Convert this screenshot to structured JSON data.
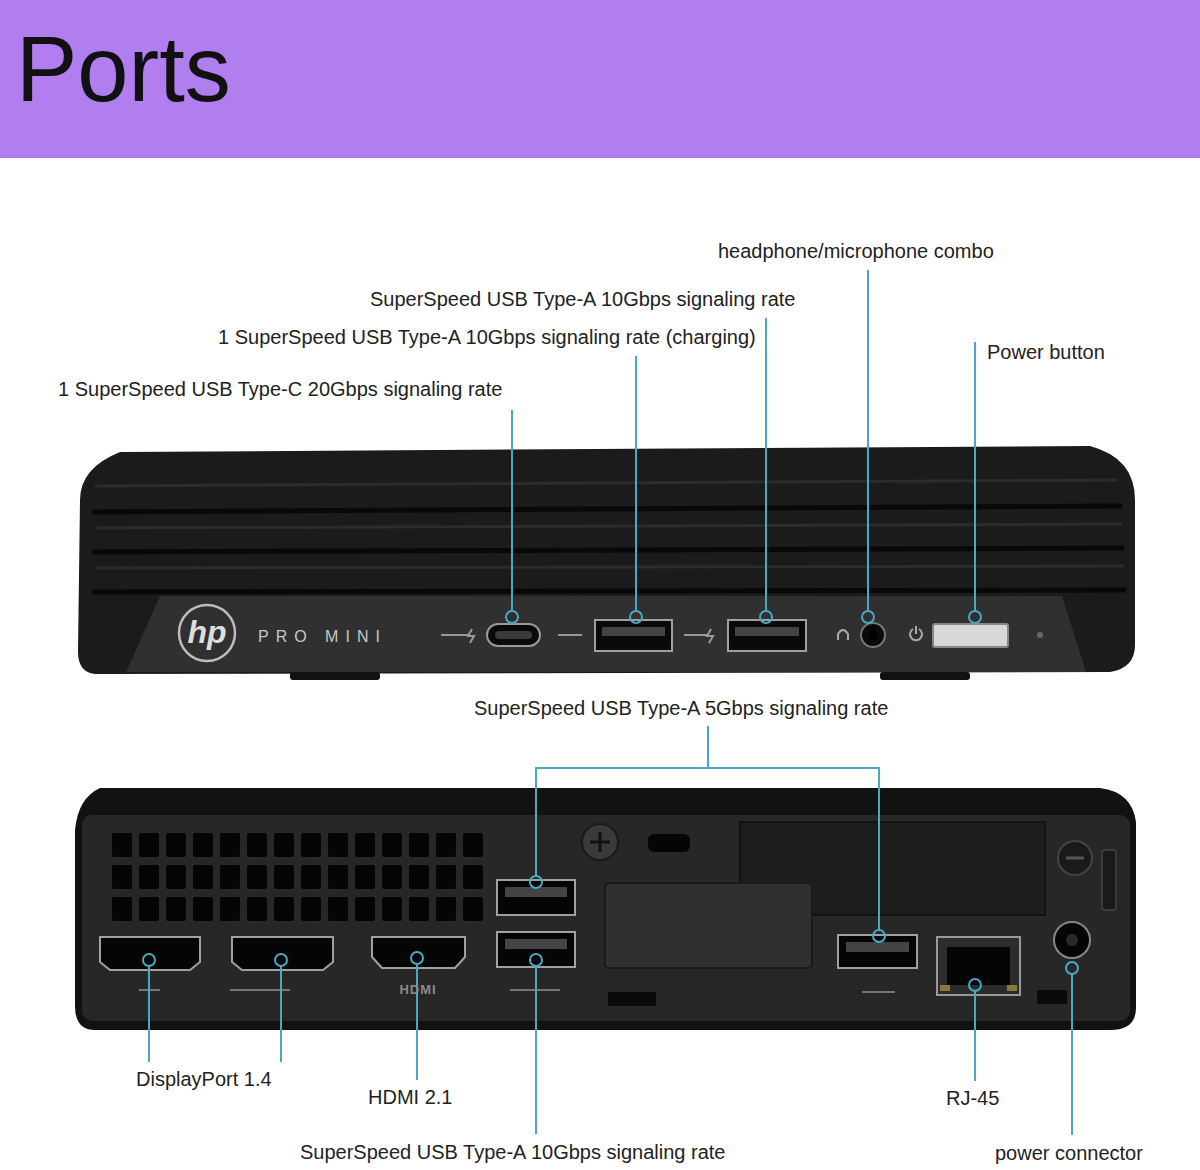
{
  "diagram": {
    "title": "Ports",
    "labels": [
      "headphone/microphone combo",
      "SuperSpeed USB Type-A 10Gbps signaling rate",
      "1 SuperSpeed USB Type-A 10Gbps signaling rate (charging)",
      "Power button",
      "1 SuperSpeed USB Type-C 20Gbps signaling rate",
      "hp",
      "PRO MINI",
      "SuperSpeed USB Type-A 5Gbps signaling rate",
      "HDMI",
      "DisplayPort 1.4",
      "HDMI 2.1",
      "RJ-45",
      "SuperSpeed USB Type-A 10Gbps signaling rate",
      "power connector"
    ]
  }
}
